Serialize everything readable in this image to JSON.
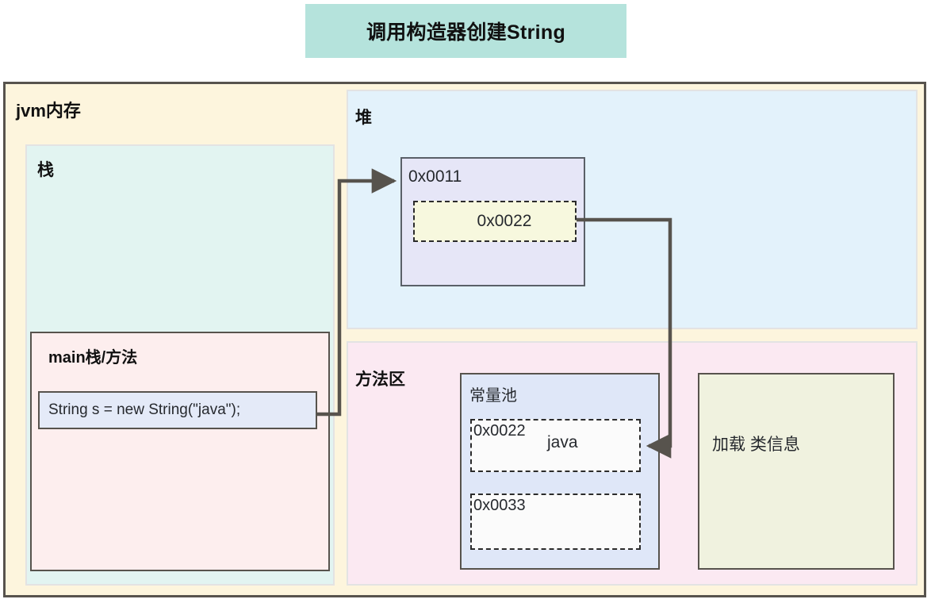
{
  "title": {
    "text": "调用构造器创建String",
    "background": "#b5e3dc"
  },
  "jvm_memory": {
    "label": "jvm内存",
    "background": "#fdf5dd",
    "border_color": "#57534d"
  },
  "stack": {
    "label": "栈",
    "background": "#e2f4f1",
    "frame": {
      "label": "main栈/方法",
      "background": "#fdeeee",
      "code_line": "String s = new String(\"java\");",
      "code_background": "#e4eaf8"
    }
  },
  "heap": {
    "label": "堆",
    "background": "#e3f2fb",
    "object": {
      "address": "0x0011",
      "background": "#e6e6f7",
      "reference": {
        "value": "0x0022",
        "background": "#f7f8de",
        "border_style": "dashed"
      }
    }
  },
  "method_area": {
    "label": "方法区",
    "background": "#fbe9f2",
    "constant_pool": {
      "label": "常量池",
      "background": "#dfe7f8",
      "entries": [
        {
          "address": "0x0022",
          "value": "java"
        },
        {
          "address": "0x0033",
          "value": ""
        }
      ]
    },
    "class_info": {
      "text": "加载 类信息",
      "background": "#f0f2df"
    }
  },
  "connectors": {
    "color": "#57534d",
    "stack_to_heap": "String s -> 0x0011",
    "heap_to_pool": "0x0022 -> java"
  }
}
